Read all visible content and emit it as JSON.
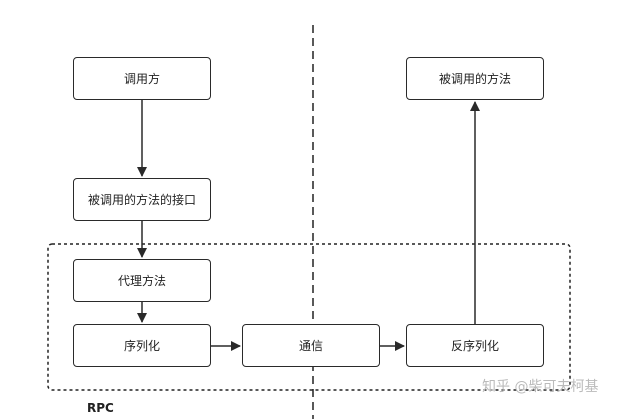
{
  "nodes": {
    "caller": "调用方",
    "interface": "被调用的方法的接口",
    "proxy": "代理方法",
    "serialize": "序列化",
    "communication": "通信",
    "deserialize": "反序列化",
    "callee": "被调用的方法"
  },
  "rpc_label": "RPC",
  "watermark": "知乎 @柴可夫柯基"
}
